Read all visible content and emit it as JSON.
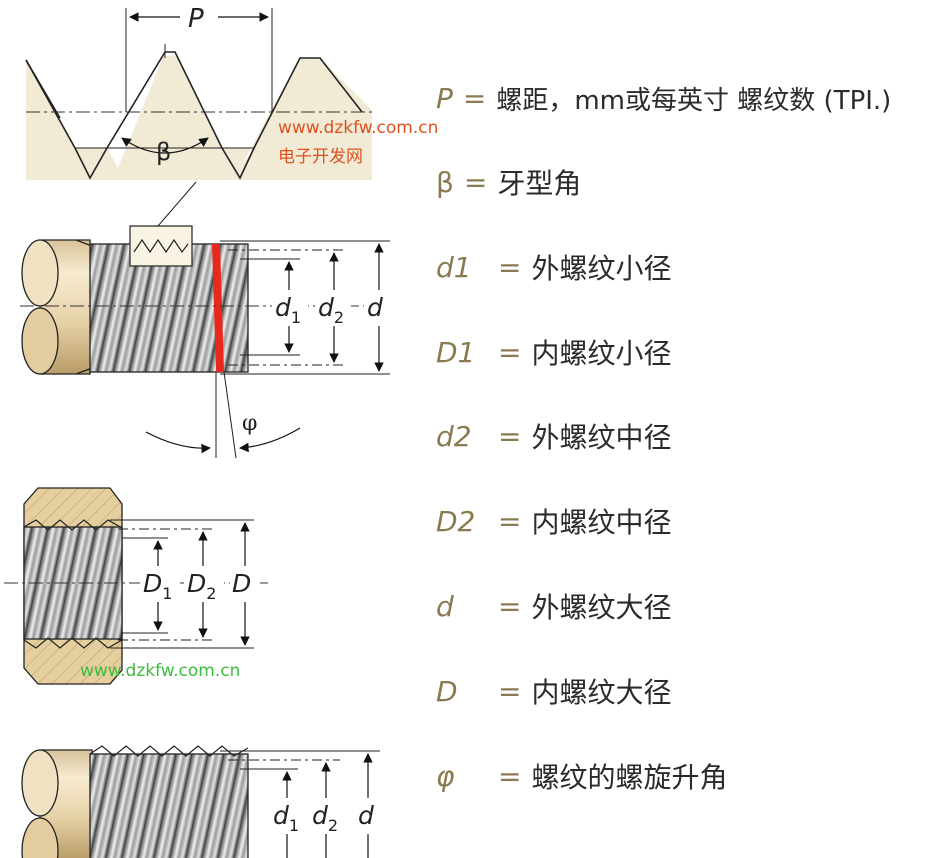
{
  "figure_labels": {
    "pitch": "P",
    "angle": "β",
    "lead_angle": "φ",
    "d1_base": "d",
    "d1_sub": "1",
    "d2_base": "d",
    "d2_sub": "2",
    "d": "d",
    "D1_base": "D",
    "D1_sub": "1",
    "D2_base": "D",
    "D2_sub": "2",
    "D": "D"
  },
  "legend": [
    {
      "symbol": "P",
      "eq": "=",
      "desc": "螺距，mm或每英寸 螺纹数 (TPI.)"
    },
    {
      "symbol": "β",
      "eq": "=",
      "desc": "牙型角"
    },
    {
      "symbol": "d1",
      "eq": "=",
      "desc": "外螺纹小径"
    },
    {
      "symbol": "D1",
      "eq": "=",
      "desc": "内螺纹小径"
    },
    {
      "symbol": "d2",
      "eq": "=",
      "desc": "外螺纹中径"
    },
    {
      "symbol": "D2",
      "eq": "=",
      "desc": "内螺纹中径"
    },
    {
      "symbol": "d",
      "eq": "=",
      "desc": "外螺纹大径"
    },
    {
      "symbol": "D",
      "eq": "=",
      "desc": "内螺纹大径"
    },
    {
      "symbol": "φ",
      "eq": "=",
      "desc": "螺纹的螺旋升角"
    }
  ],
  "watermarks": {
    "top_url": "www.dzkfw.com.cn",
    "top_name": "电子开发网",
    "bottom_url": "www.dzkfw.com.cn"
  },
  "colors": {
    "profile_fill": "#f1ebd6",
    "rod_fill": "#efe1c2",
    "nut_fill": "#e6cf9e",
    "accent_red": "#e8271d",
    "watermark_red": "#e0501e",
    "watermark_green": "#3dbb3d",
    "symbol_color": "#8a7a52"
  }
}
